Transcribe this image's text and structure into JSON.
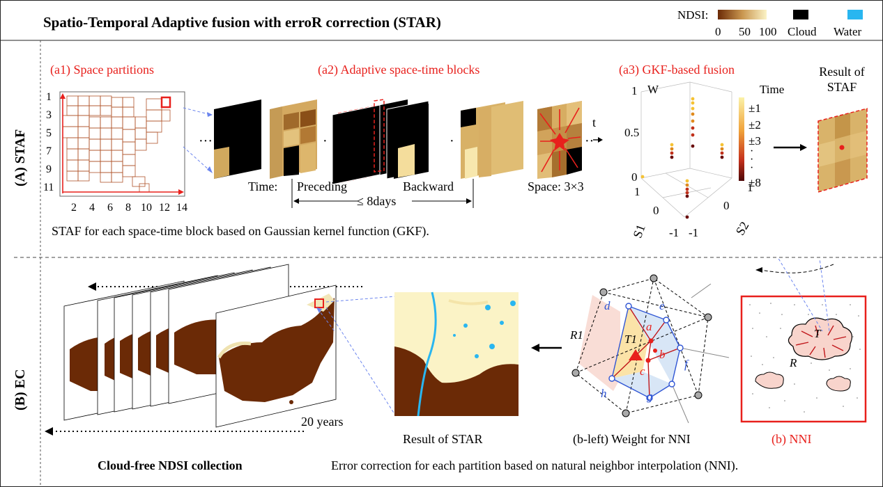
{
  "header": {
    "title": "Spatio-Temporal Adaptive fusion with erroR correction (STAR)",
    "legend": {
      "ndsi_label": "NDSI:",
      "ndsi_ticks": [
        "0",
        "50",
        "100"
      ],
      "cloud_label": "Cloud",
      "water_label": "Water",
      "colors": {
        "ndsi_low": "#6b2a06",
        "ndsi_mid": "#c9964f",
        "ndsi_high": "#fbf3c6",
        "cloud": "#000000",
        "water": "#29b6f0"
      }
    }
  },
  "sections": {
    "staf_label": "(A) STAF",
    "ec_label": "(B) EC"
  },
  "staf": {
    "a1_title": "(a1) Space partitions",
    "a1_y_ticks": [
      "1",
      "3",
      "5",
      "7",
      "9",
      "11"
    ],
    "a1_x_ticks": [
      "2",
      "4",
      "6",
      "8",
      "10",
      "12",
      "14"
    ],
    "a2_title": "(a2) Adaptive space-time blocks",
    "time_label": "Time:",
    "preceding_label": "Preceding",
    "backward_label": "Backward",
    "window_label": "≤ 8days",
    "space_label": "Space: 3×3",
    "t_label": "t",
    "a3_title": "(a3) GKF-based fusion",
    "a3_w_label": "W",
    "a3_z_ticks": [
      "1",
      "0.5",
      "0"
    ],
    "a3_s1_label": "S1",
    "a3_s2_label": "S2",
    "a3_s1_ticks": [
      "1",
      "0",
      "-1"
    ],
    "a3_s2_ticks": [
      "-1",
      "0",
      "1"
    ],
    "a3_time_label": "Time",
    "a3_time_ticks": [
      "±1",
      "±2",
      "±3",
      "±8"
    ],
    "result_staf_label": "Result of STAF",
    "caption": "STAF for each space-time block based on Gaussian kernel function (GKF)."
  },
  "ec": {
    "collection_label": "Cloud-free NDSI collection",
    "years_label": "20 years",
    "result_star_label": "Result of STAR",
    "nni_weight_label": "(b-left) Weight for NNI",
    "nni_points": [
      "a",
      "b",
      "c",
      "d",
      "e",
      "f",
      "g",
      "h"
    ],
    "t1_label": "T1",
    "r1_label": "R1",
    "nni_title": "(b) NNI",
    "nni_t_label": "T",
    "nni_r_label": "R",
    "caption": "Error correction for each partition based on natural neighbor interpolation (NNI)."
  }
}
